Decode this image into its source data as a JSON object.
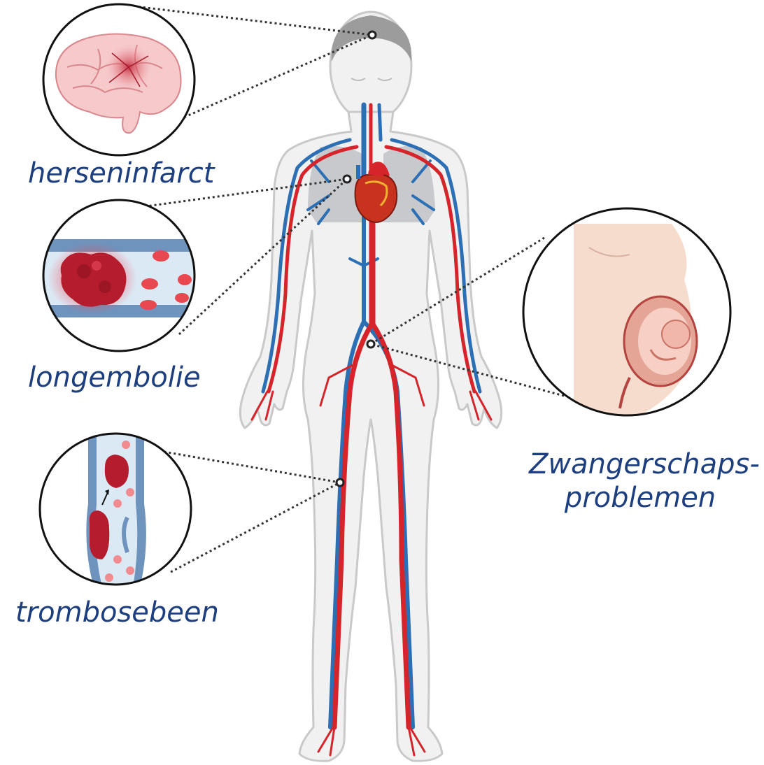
{
  "colors": {
    "label_text": "#1d3f7f",
    "artery": "#d6242b",
    "vein": "#2c6fb5",
    "body_fill": "#f1f1f1",
    "body_stroke": "#c9c9c9",
    "lungs": "#c7c9cc",
    "clot": "#b51c2e",
    "blood_cell": "#e8484f",
    "vessel_wall": "#6e93bd",
    "vessel_lumen": "#dbe9f5",
    "skin_pregnancy": "#f6dccd",
    "connector": "#333333"
  },
  "icons": [
    "brain-icon",
    "embolus-vessel-icon",
    "vein-clot-icon",
    "pregnancy-uterus-icon",
    "human-circulatory-system-illustration"
  ],
  "labels": {
    "brain": "herseninfarct",
    "lung": "longembolie",
    "leg": "trombosebeen",
    "pregnancy_line1": "Zwangerschaps-",
    "pregnancy_line2": "problemen"
  }
}
